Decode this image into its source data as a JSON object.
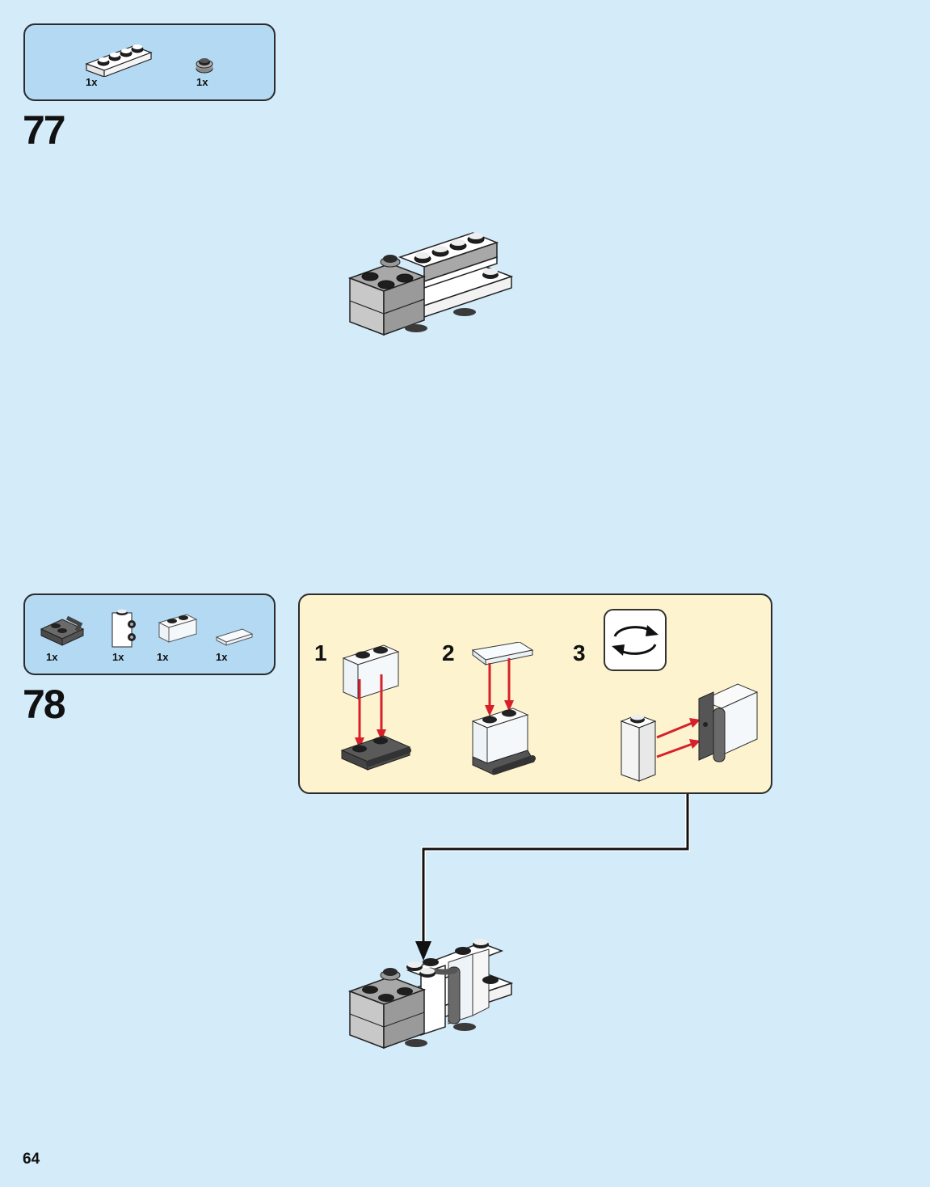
{
  "page": {
    "number": "64",
    "background": "#d4ebfa"
  },
  "colors": {
    "parts_box_bg": "#b3d9f3",
    "substep_box_bg": "#fdf3cf",
    "arrow_red": "#d7202a",
    "outline": "#2b2b2b",
    "dark_gray": "#5a5a5a",
    "light_gray": "#a8a8a8"
  },
  "steps": [
    {
      "number": "77",
      "parts": [
        {
          "name": "white-plate-1x4",
          "quantity": "1x"
        },
        {
          "name": "gray-round-plate-1x1",
          "quantity": "1x"
        }
      ],
      "model": "assembly-step-77"
    },
    {
      "number": "78",
      "parts": [
        {
          "name": "dark-gray-plate-with-handle",
          "quantity": "1x"
        },
        {
          "name": "white-brick-1x1-side-studs",
          "quantity": "1x"
        },
        {
          "name": "transparent-brick-1x2",
          "quantity": "1x"
        },
        {
          "name": "transparent-tile-1x2",
          "quantity": "1x"
        }
      ],
      "substeps": [
        {
          "number": "1",
          "description": "transparent-brick-onto-handle-plate"
        },
        {
          "number": "2",
          "description": "transparent-tile-onto-brick"
        },
        {
          "number": "3",
          "description": "attach-white-brick-side",
          "icon": "rotate-icon"
        }
      ],
      "model": "assembly-step-78"
    }
  ]
}
